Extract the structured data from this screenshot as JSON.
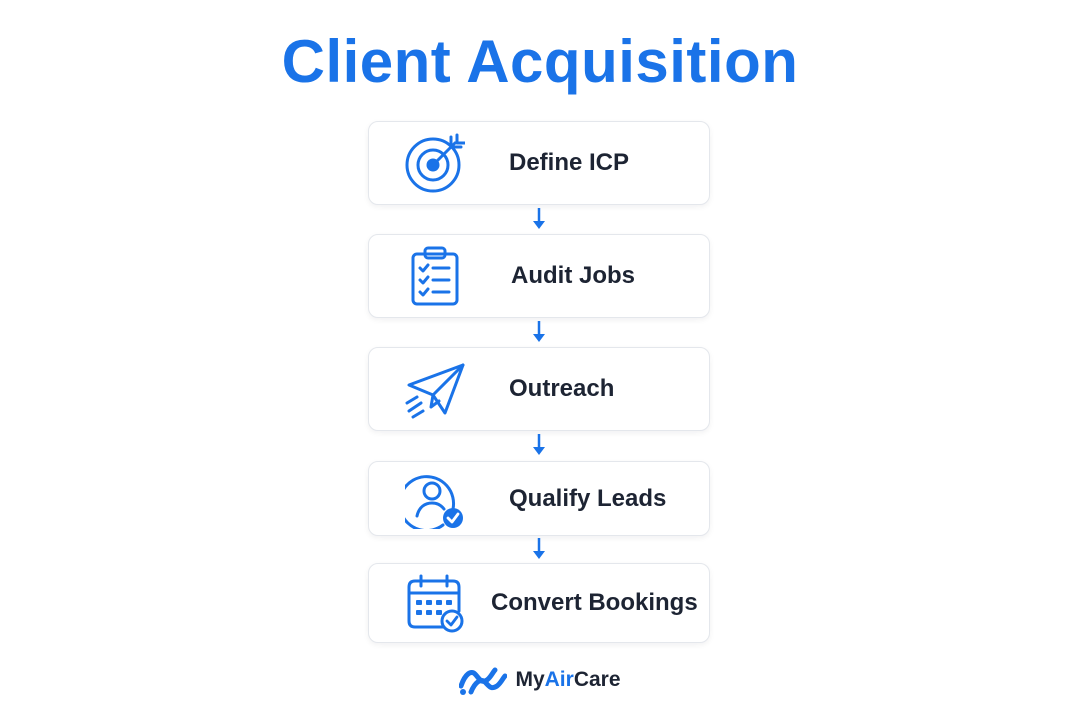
{
  "title": "Client Acquisition",
  "accent_color": "#1a73e8",
  "text_color": "#1d2433",
  "steps": [
    {
      "label": "Define ICP",
      "icon": "target-icon"
    },
    {
      "label": "Audit Jobs",
      "icon": "clipboard-checklist-icon"
    },
    {
      "label": "Outreach",
      "icon": "paper-plane-icon"
    },
    {
      "label": "Qualify Leads",
      "icon": "user-check-icon"
    },
    {
      "label": "Convert Bookings",
      "icon": "calendar-check-icon"
    }
  ],
  "footer": {
    "logo_icon": "airflow-logo-icon",
    "brand_prefix": "My",
    "brand_highlight": "Air",
    "brand_suffix": "Care"
  }
}
